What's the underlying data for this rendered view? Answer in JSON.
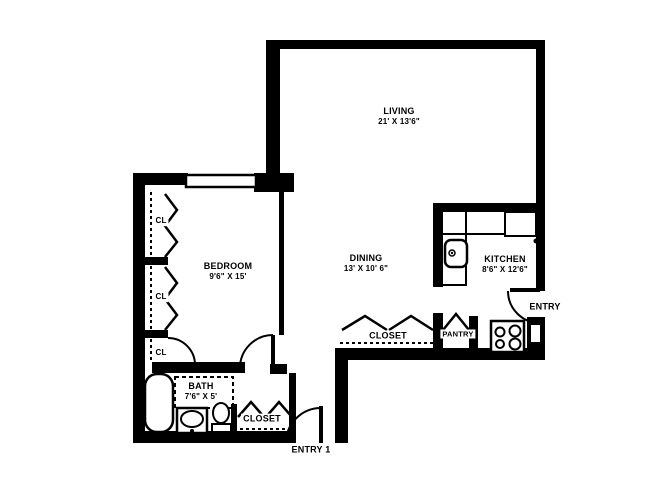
{
  "floorplan": {
    "rooms": {
      "living": {
        "name": "LIVING",
        "dims": "21' X 13'6\""
      },
      "dining": {
        "name": "DINING",
        "dims": "13' X 10' 6\""
      },
      "kitchen": {
        "name": "KITCHEN",
        "dims": "8'6\" X 12'6\""
      },
      "bedroom": {
        "name": "BEDROOM",
        "dims": "9'6\" X 15'"
      },
      "bath": {
        "name": "BATH",
        "dims": "7'6\" X 5'"
      }
    },
    "labels": {
      "hall_closet": "CLOSET",
      "bath_closet": "CLOSET",
      "pantry": "PANTRY",
      "entry_side": "ENTRY",
      "entry_main": "ENTRY 1",
      "closet_abbr_1": "CL",
      "closet_abbr_2": "CL",
      "closet_abbr_3": "CL"
    },
    "colors": {
      "wall": "#000000",
      "background": "#ffffff",
      "label_background": "#ffffff",
      "label_text": "#000000"
    }
  }
}
